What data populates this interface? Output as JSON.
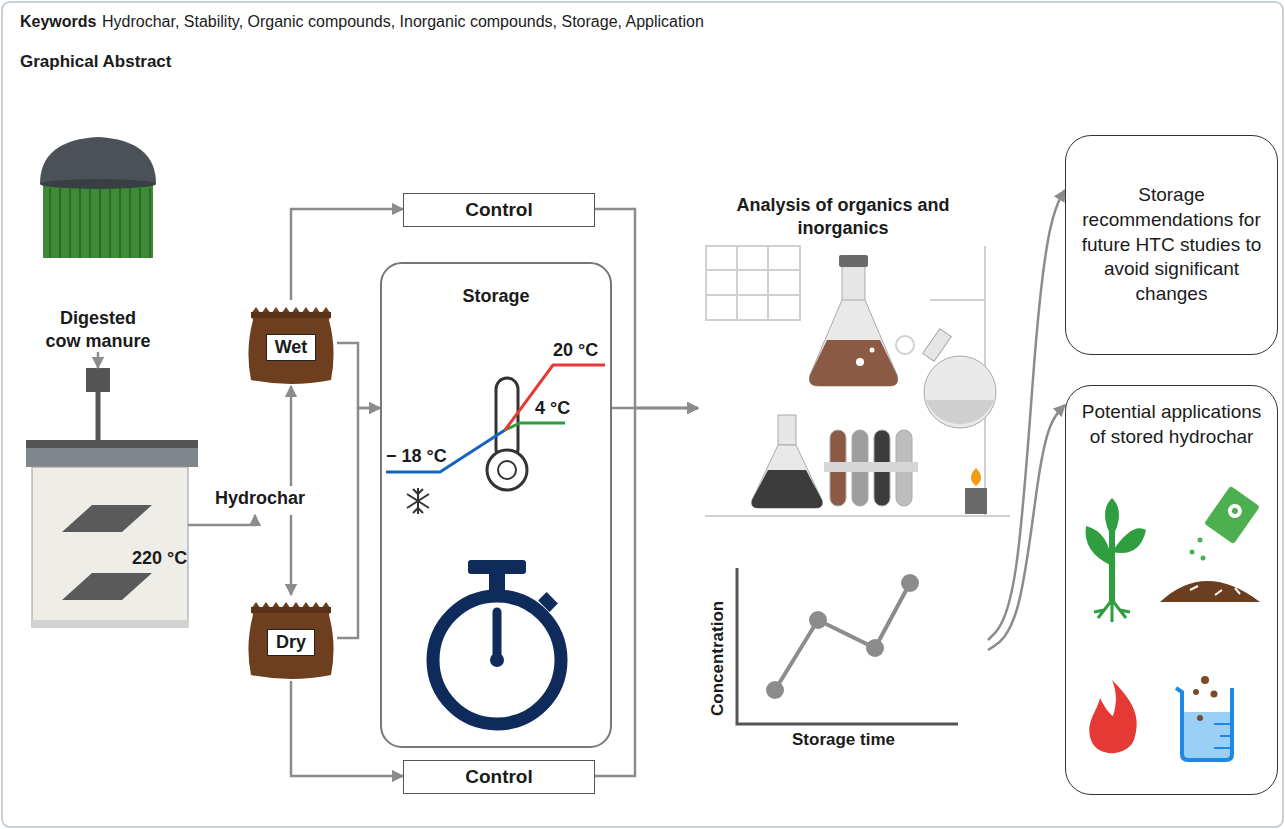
{
  "diagram": {
    "title": "Graphical Abstract",
    "nodes": [
      {
        "text": [
          "Digested cow manure"
        ]
      },
      {
        "text": [
          "220 °C"
        ]
      },
      {
        "text": [
          "Hydrochar"
        ]
      },
      {
        "text": [
          "Wet"
        ]
      },
      {
        "text": [
          "Dry"
        ]
      },
      {
        "text": [
          "Control"
        ]
      },
      {
        "text": [
          "Storage"
        ]
      },
      {
        "text": [
          "Control"
        ]
      },
      {
        "text": [
          "Analysis of organics and inorganics"
        ]
      },
      {
        "text": [
          "Storage recommendations for future HTC studies to avoid significant changes"
        ]
      },
      {
        "text": [
          "Potential applications of stored hydrochar"
        ]
      }
    ],
    "edges": [
      {
        "from": 0,
        "to": 1,
        "arrow": "to"
      },
      {
        "from": 1,
        "to": 2,
        "arrow": "to"
      },
      {
        "from": 2,
        "to": 3,
        "arrow": "to"
      },
      {
        "from": 2,
        "to": 4,
        "arrow": "to"
      },
      {
        "from": 3,
        "to": 5,
        "arrow": "to"
      },
      {
        "from": 3,
        "to": 6,
        "arrow": "to"
      },
      {
        "from": 4,
        "to": 6,
        "arrow": "to"
      },
      {
        "from": 4,
        "to": 7,
        "arrow": "to"
      },
      {
        "from": 5,
        "to": 8,
        "arrow": "to"
      },
      {
        "from": 6,
        "to": 8,
        "arrow": "to"
      },
      {
        "from": 7,
        "to": 8,
        "arrow": "to"
      },
      {
        "from": 8,
        "to": 9,
        "arrow": "to"
      },
      {
        "from": 8,
        "to": 10,
        "arrow": "to"
      }
    ],
    "labels": [
      "Keywords",
      "Hydrochar, Stability, Organic compounds, Inorganic compounds, Storage, Application",
      "20 °C",
      "4 °C",
      "− 18 °C",
      "Concentration",
      "Storage time"
    ]
  }
}
